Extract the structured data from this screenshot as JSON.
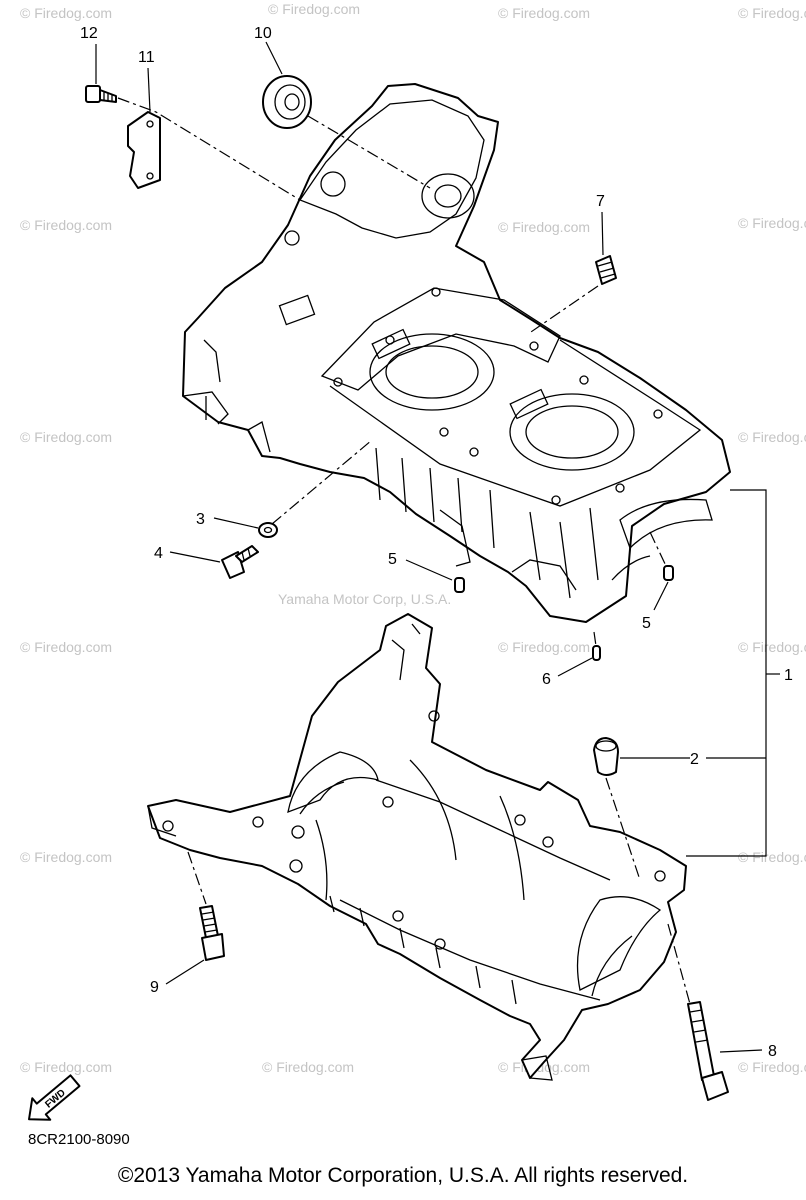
{
  "watermarks": {
    "firedog": "© Firedog.com",
    "yamaha": "Yamaha Motor Corp, U.S.A."
  },
  "callouts": [
    {
      "id": "1",
      "text": "1"
    },
    {
      "id": "2",
      "text": "2"
    },
    {
      "id": "3",
      "text": "3"
    },
    {
      "id": "4",
      "text": "4"
    },
    {
      "id": "5a",
      "text": "5"
    },
    {
      "id": "5b",
      "text": "5"
    },
    {
      "id": "6",
      "text": "6"
    },
    {
      "id": "7",
      "text": "7"
    },
    {
      "id": "8",
      "text": "8"
    },
    {
      "id": "9",
      "text": "9"
    },
    {
      "id": "10",
      "text": "10"
    },
    {
      "id": "11",
      "text": "11"
    },
    {
      "id": "12",
      "text": "12"
    }
  ],
  "fwd_label": "FWD",
  "diagram_code": "8CR2100-8090",
  "copyright": "©2013 Yamaha Motor Corporation, U.S.A. All rights reserved."
}
